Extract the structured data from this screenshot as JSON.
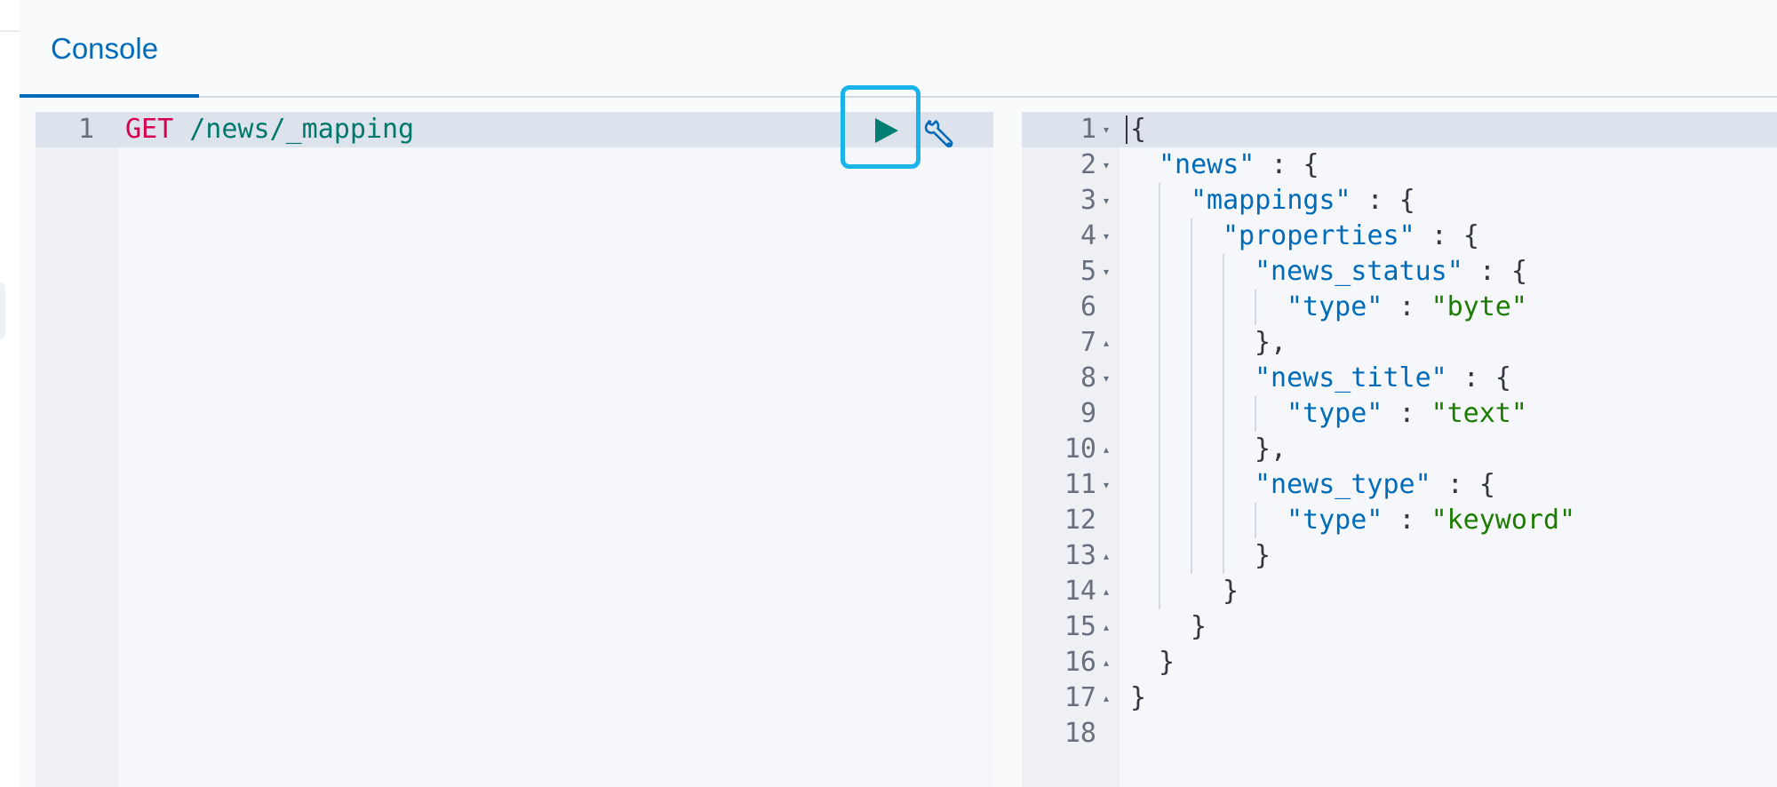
{
  "tabs": {
    "console_label": "Console"
  },
  "request": {
    "line_number": "1",
    "method": "GET",
    "url": " /news/_mapping",
    "run_icon": "play-icon",
    "settings_icon": "wrench-icon",
    "highlight_color": "#1ab3ec"
  },
  "response": {
    "line_numbers": [
      "1",
      "2",
      "3",
      "4",
      "5",
      "6",
      "7",
      "8",
      "9",
      "10",
      "11",
      "12",
      "13",
      "14",
      "15",
      "16",
      "17",
      "18"
    ],
    "keys": {
      "news": "\"news\"",
      "mappings": "\"mappings\"",
      "properties": "\"properties\"",
      "news_status": "\"news_status\"",
      "news_title": "\"news_title\"",
      "news_type": "\"news_type\"",
      "type": "\"type\""
    },
    "values": {
      "byte": "\"byte\"",
      "text": "\"text\"",
      "keyword": "\"keyword\""
    },
    "punct": {
      "open": "{",
      "close": "}",
      "close_comma": "},",
      "colon_open": " : {",
      "colon": " : "
    }
  }
}
